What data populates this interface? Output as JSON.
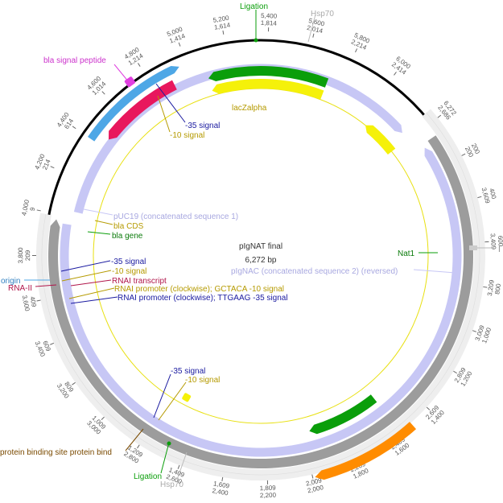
{
  "plasmid": {
    "name": "pIgNAT final",
    "size_label": "6,272 bp",
    "total_bp": 6272,
    "subtitle": "pIgNAC (concatenated sequence 2) (reversed)"
  },
  "ruler_outer": [
    {
      "bp": 200,
      "lbl": "200"
    },
    {
      "bp": 400,
      "lbl": "400"
    },
    {
      "bp": 600,
      "lbl": "600"
    },
    {
      "bp": 800,
      "lbl": "800"
    },
    {
      "bp": 1000,
      "lbl": "1,000"
    },
    {
      "bp": 1200,
      "lbl": "1,200"
    },
    {
      "bp": 1400,
      "lbl": "1,400"
    },
    {
      "bp": 1600,
      "lbl": "1,600"
    },
    {
      "bp": 1800,
      "lbl": "1,800"
    },
    {
      "bp": 2000,
      "lbl": "2,000"
    },
    {
      "bp": 2200,
      "lbl": "2,200"
    },
    {
      "bp": 2400,
      "lbl": "2,400"
    },
    {
      "bp": 2600,
      "lbl": "2,600"
    },
    {
      "bp": 2800,
      "lbl": "2,800"
    },
    {
      "bp": 3000,
      "lbl": "3,000"
    },
    {
      "bp": 3200,
      "lbl": "3,200"
    },
    {
      "bp": 3400,
      "lbl": "3,400"
    },
    {
      "bp": 3600,
      "lbl": "3,600"
    },
    {
      "bp": 3800,
      "lbl": "3,800"
    },
    {
      "bp": 4000,
      "lbl": "4,000"
    },
    {
      "bp": 4200,
      "lbl": "4,200"
    },
    {
      "bp": 4400,
      "lbl": "4,400"
    },
    {
      "bp": 4600,
      "lbl": "4,600"
    },
    {
      "bp": 4800,
      "lbl": "4,800"
    },
    {
      "bp": 5000,
      "lbl": "5,000"
    },
    {
      "bp": 5200,
      "lbl": "5,200"
    },
    {
      "bp": 5400,
      "lbl": "5,400"
    },
    {
      "bp": 5600,
      "lbl": "5,600"
    },
    {
      "bp": 5800,
      "lbl": "5,800"
    },
    {
      "bp": 6000,
      "lbl": "6,000"
    },
    {
      "bp": 6272,
      "lbl": "6,272"
    }
  ],
  "ruler_inner": [
    {
      "bp": 200,
      "lbl": "200"
    },
    {
      "bp": 400,
      "lbl": "3,609"
    },
    {
      "bp": 600,
      "lbl": "3,409"
    },
    {
      "bp": 800,
      "lbl": "3,209"
    },
    {
      "bp": 1000,
      "lbl": "3,009"
    },
    {
      "bp": 1200,
      "lbl": "2,809"
    },
    {
      "bp": 1400,
      "lbl": "2,609"
    },
    {
      "bp": 1600,
      "lbl": "2,409"
    },
    {
      "bp": 1800,
      "lbl": "2,209"
    },
    {
      "bp": 2000,
      "lbl": "2,009"
    },
    {
      "bp": 2200,
      "lbl": "1,809"
    },
    {
      "bp": 2400,
      "lbl": "1,609"
    },
    {
      "bp": 2600,
      "lbl": "1,409"
    },
    {
      "bp": 2800,
      "lbl": "1,209"
    },
    {
      "bp": 3000,
      "lbl": "1,009"
    },
    {
      "bp": 3200,
      "lbl": "809"
    },
    {
      "bp": 3400,
      "lbl": "609"
    },
    {
      "bp": 3600,
      "lbl": "409"
    },
    {
      "bp": 3800,
      "lbl": "209"
    },
    {
      "bp": 4000,
      "lbl": "9"
    },
    {
      "bp": 4200,
      "lbl": "214"
    },
    {
      "bp": 4400,
      "lbl": "614"
    },
    {
      "bp": 4600,
      "lbl": "1,014"
    },
    {
      "bp": 4800,
      "lbl": "1,214"
    },
    {
      "bp": 5000,
      "lbl": "1,414"
    },
    {
      "bp": 5200,
      "lbl": "1,614"
    },
    {
      "bp": 5400,
      "lbl": "1,814"
    },
    {
      "bp": 5600,
      "lbl": "2,014"
    },
    {
      "bp": 5800,
      "lbl": "2,214"
    },
    {
      "bp": 6000,
      "lbl": "2,414"
    },
    {
      "bp": 6272,
      "lbl": "2,686"
    }
  ],
  "features": [
    {
      "name": "lacZalpha",
      "start": 6040,
      "end": 6262,
      "r": 208,
      "w": 12,
      "color": "#f5f10a",
      "dir": -1,
      "label_color": "#b59a00"
    },
    {
      "name": "bla gene",
      "start": 5080,
      "end": 5730,
      "r": 230,
      "w": 12,
      "color": "#0a9e0a",
      "dir": -1,
      "label_color": "#0a7a0a"
    },
    {
      "name": "bla CDS",
      "start": 5080,
      "end": 5730,
      "r": 214,
      "w": 12,
      "color": "#f5f10a",
      "dir": -1,
      "label_color": "#b59a00"
    },
    {
      "name": "Nat1",
      "start": 1560,
      "end": 1960,
      "r": 226,
      "w": 12,
      "color": "#0a9e0a",
      "dir": 1,
      "label_color": "#0a7a0a"
    },
    {
      "name": "Hsp70 promoter",
      "start": 1500,
      "end": 1990,
      "r": 283,
      "w": 12,
      "color": "#ff8c00",
      "dir": 1,
      "label_color": "#d07000"
    },
    {
      "name": "RNAI transcript",
      "start": 4450,
      "end": 4900,
      "r": 238,
      "w": 13,
      "color": "#e8175d",
      "dir": -1,
      "label_color": "#b0154a"
    },
    {
      "name": "origin",
      "start": 4400,
      "end": 4960,
      "r": 256,
      "w": 10,
      "color": "#4ea7e6",
      "dir": 1,
      "label_color": "#2f7fc0"
    }
  ],
  "labels": {
    "ligation_top": "Ligation",
    "ligation_bottom": "Ligation",
    "hsp70_top": "Hsp70",
    "hsp70_bottom": "Hsp70",
    "bla_signal_peptide": "bla signal peptide",
    "minus35_top": "-35 signal",
    "minus10_top": "-10 signal",
    "lacZalpha": "lacZalpha",
    "puc19": "pUC19 (concatenated sequence 1)",
    "bla_cds": "bla CDS",
    "bla_gene": "bla gene",
    "nat1": "Nat1",
    "minus35_mid": "-35 signal",
    "minus10_mid": "-10 signal",
    "rnai_transcript": "RNAI transcript",
    "rnai_prom_10": "RNAI promoter (clockwise); GCTACA -10 signal",
    "rnai_prom_35": "RNAI promoter (clockwise); TTGAAG -35 signal",
    "origin": "origin",
    "rna_ii": "RNA-II",
    "minus35_bottom": "-35 signal",
    "minus10_bottom": "-10 signal",
    "protein_binding": "protein binding site protein bind",
    "right_edge": "I"
  },
  "colors": {
    "backbone_black": "#000000",
    "ring_light": "#eeeeee",
    "ring_gray": "#9c9c9c",
    "ring_lavender": "#c7c7f5",
    "navy": "#1a1aa0",
    "gold": "#b59a00",
    "green_label": "#0a9e0a",
    "magenta": "#e040e0",
    "rnai_red": "#b0154a",
    "origin_blue": "#2f7fc0",
    "brown": "#7a4a00"
  }
}
